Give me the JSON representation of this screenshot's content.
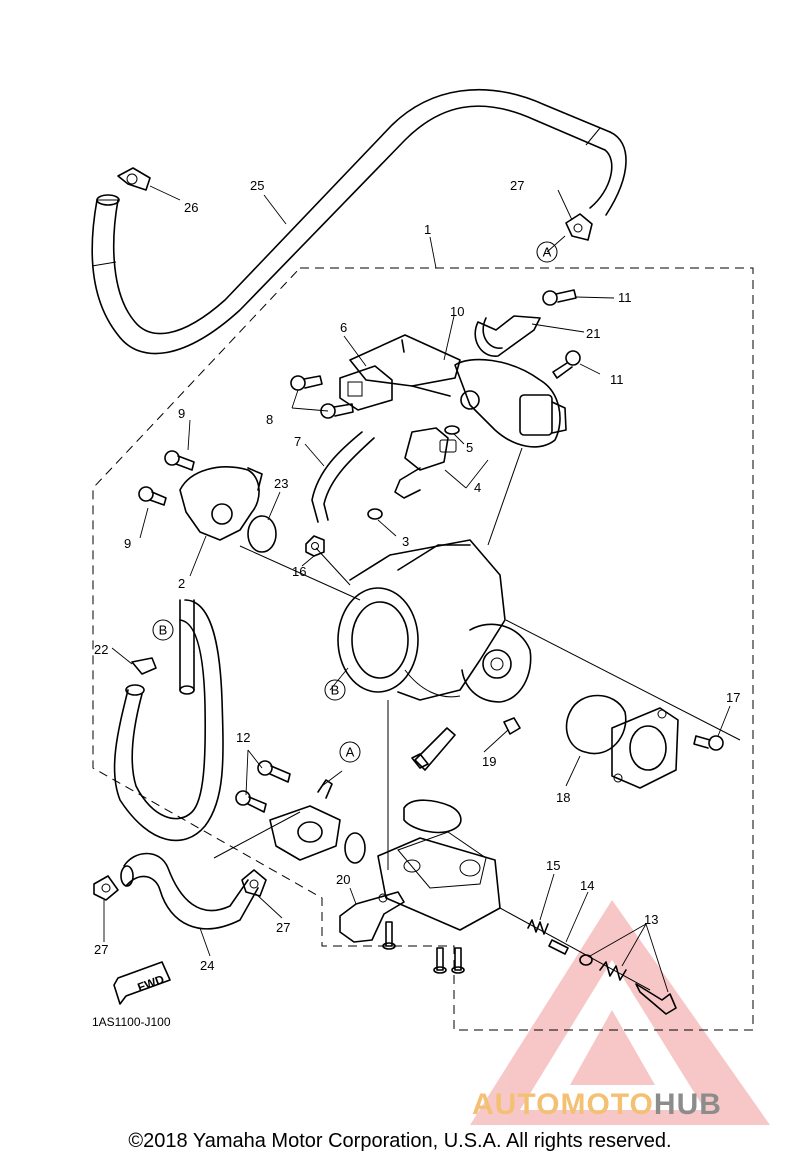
{
  "labels": {
    "l1": "1",
    "l2": "2",
    "l3": "3",
    "l4": "4",
    "l5": "5",
    "l6": "6",
    "l7": "7",
    "l8": "8",
    "l9a": "9",
    "l9b": "9",
    "l10": "10",
    "l11a": "11",
    "l11b": "11",
    "l12": "12",
    "l13": "13",
    "l14": "14",
    "l15": "15",
    "l16": "16",
    "l17": "17",
    "l18": "18",
    "l19": "19",
    "l20": "20",
    "l21": "21",
    "l22": "22",
    "l23": "23",
    "l24": "24",
    "l25": "25",
    "l26": "26",
    "l27a": "27",
    "l27b": "27",
    "l27c": "27"
  },
  "markers": {
    "a1": "A",
    "a2": "A",
    "b1": "B",
    "b2": "B"
  },
  "fwd": "FWD",
  "diagram_code": "1AS1100-J100",
  "watermark": {
    "part1": "AUTOMOTO",
    "part2": "HUB",
    "color1": "#f3c074",
    "color2": "#8c8c8c",
    "triangle_color": "#e88a8a"
  },
  "copyright": "©2018 Yamaha Motor Corporation, U.S.A. All rights reserved."
}
